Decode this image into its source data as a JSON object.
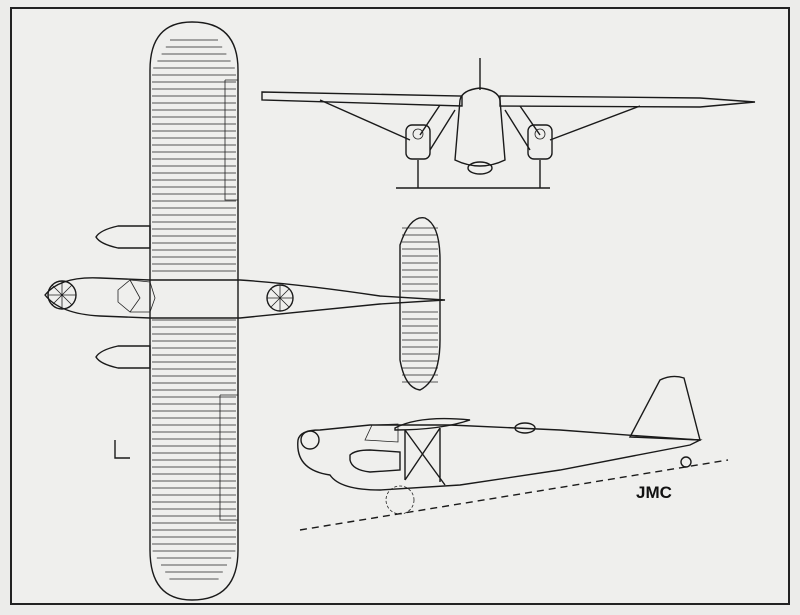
{
  "drawing": {
    "views": [
      "top-view",
      "front-view",
      "side-view"
    ],
    "signature": "JMC"
  }
}
